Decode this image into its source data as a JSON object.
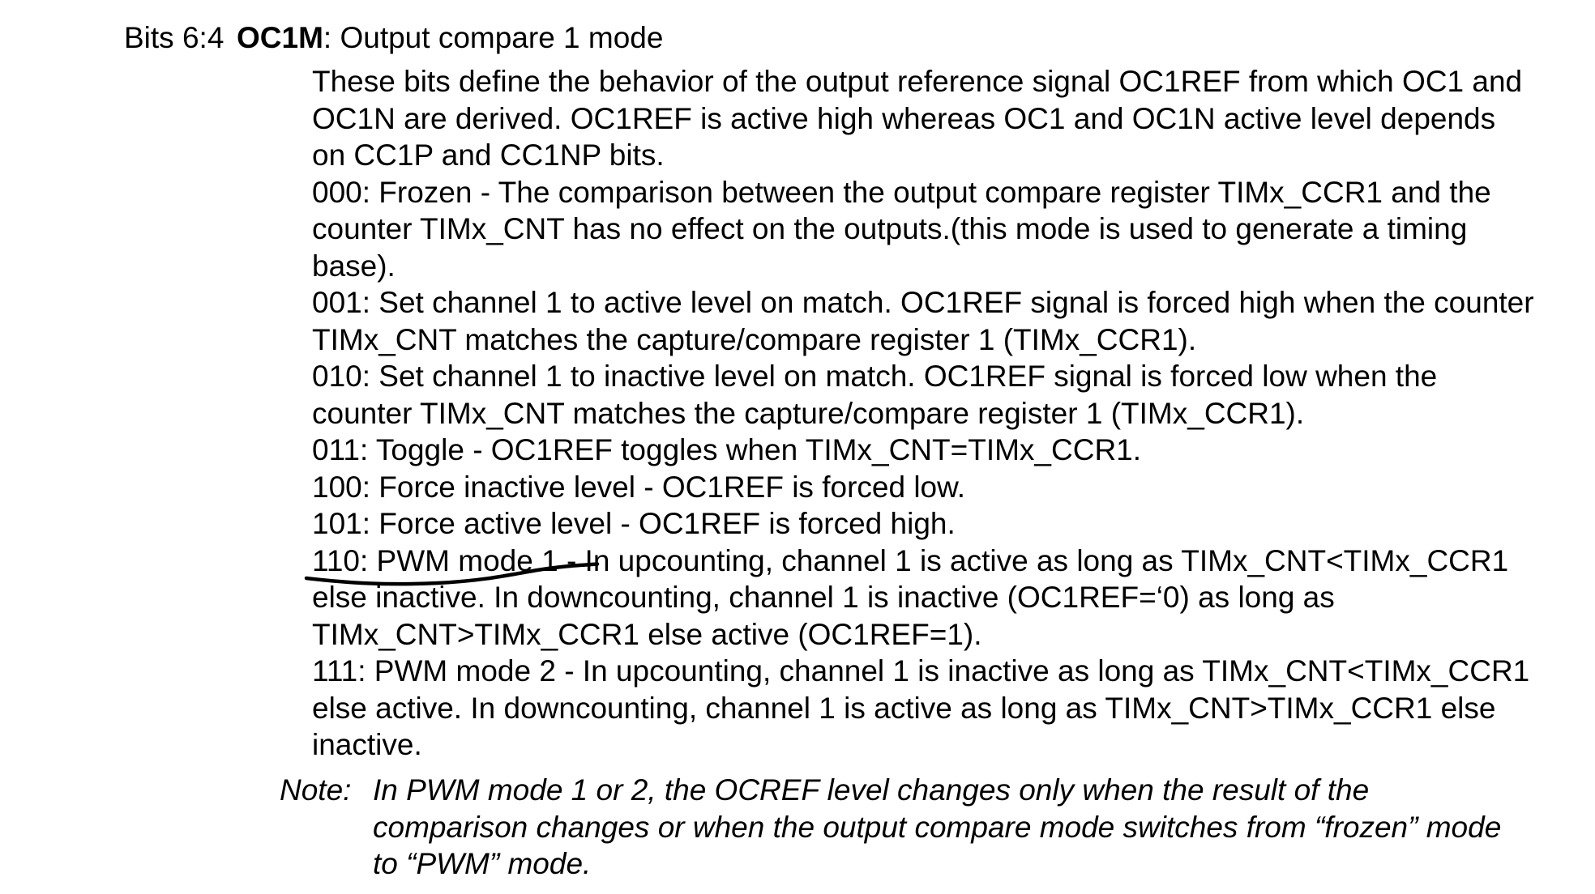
{
  "page": {
    "background": "#ffffff",
    "text_color": "#000000"
  },
  "field": {
    "bits_label": "Bits 6:4",
    "name": "OC1M",
    "title_rest": ": Output compare 1 mode",
    "description_lines": [
      "These bits define the behavior of the output reference signal OC1REF from which OC1 and",
      "OC1N are derived. OC1REF is active high whereas OC1 and OC1N active level depends",
      "on CC1P and CC1NP bits.",
      "000: Frozen - The comparison between the output compare register TIMx_CCR1 and the",
      "counter TIMx_CNT has no effect on the outputs.(this mode is used to generate a timing",
      "base).",
      "001: Set channel 1 to active level on match. OC1REF signal is forced high when the counter",
      "TIMx_CNT matches the capture/compare register 1 (TIMx_CCR1).",
      "010: Set channel 1 to inactive level on match. OC1REF signal is forced low when the",
      "counter TIMx_CNT matches the capture/compare register 1 (TIMx_CCR1).",
      "011: Toggle - OC1REF toggles when TIMx_CNT=TIMx_CCR1.",
      "100: Force inactive level - OC1REF is forced low.",
      "101: Force active level - OC1REF is forced high.",
      "110: PWM mode 1 - In upcounting, channel 1 is active as long as TIMx_CNT<TIMx_CCR1",
      "else inactive. In downcounting, channel 1 is inactive (OC1REF=‘0) as long as",
      "TIMx_CNT>TIMx_CCR1 else active (OC1REF=1).",
      "111: PWM mode 2 - In upcounting, channel 1 is inactive as long as TIMx_CNT<TIMx_CCR1",
      "else active. In downcounting, channel 1 is active as long as TIMx_CNT>TIMx_CCR1 else",
      "inactive."
    ],
    "note": {
      "label": "Note:",
      "lines": [
        "In PWM mode 1 or 2, the OCREF level changes only when the result of the",
        "comparison changes or when the output compare mode switches from “frozen” mode",
        "to “PWM” mode."
      ]
    },
    "annotation": {
      "type": "hand-drawn underline",
      "target_text": "110: PWM mode 1 -",
      "color": "#000000"
    }
  }
}
